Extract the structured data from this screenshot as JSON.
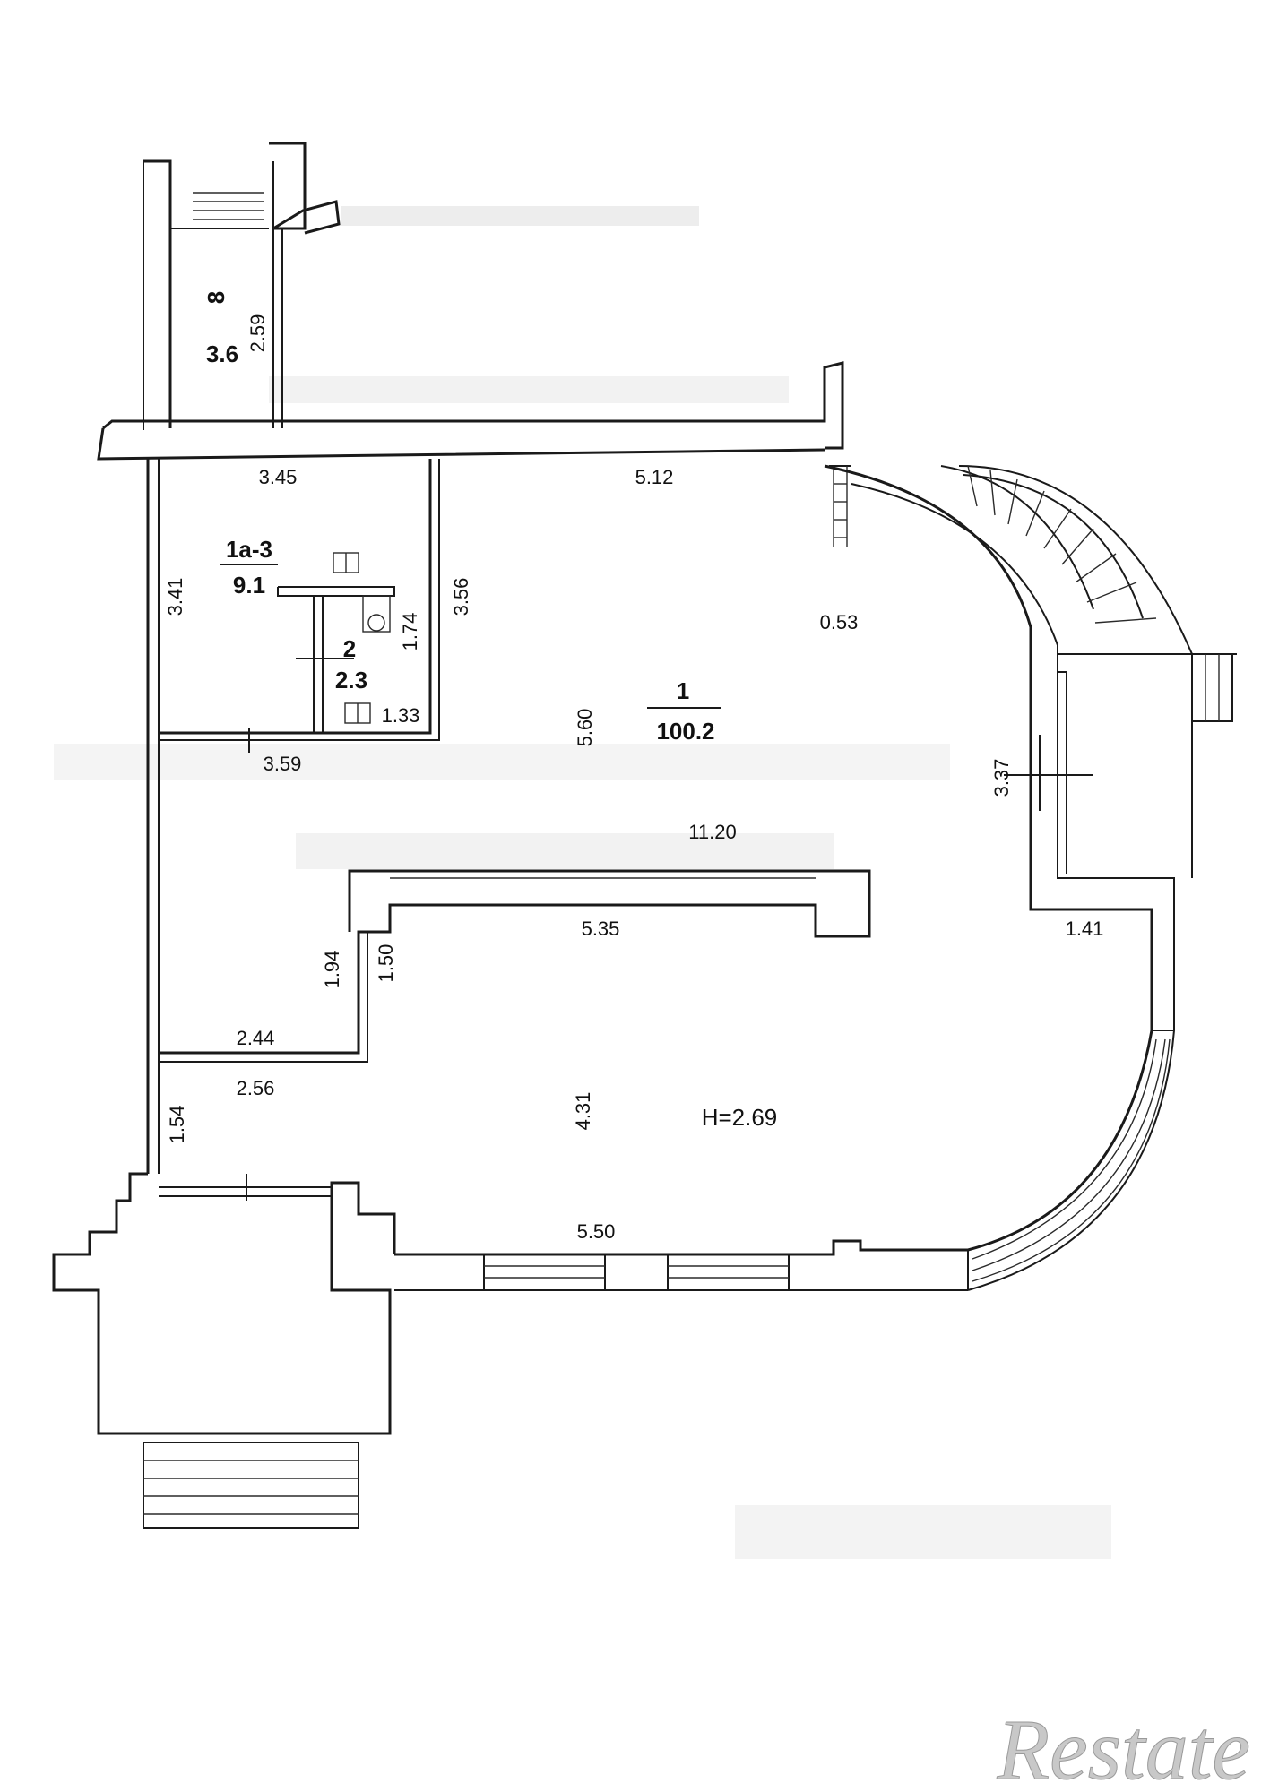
{
  "rooms": [
    {
      "number": "8",
      "area": "3.6"
    },
    {
      "number": "1а-3",
      "area": "9.1"
    },
    {
      "number": "2",
      "area": "2.3"
    },
    {
      "number": "1",
      "area": "100.2"
    }
  ],
  "dimensions": {
    "d_2_59": "2.59",
    "d_3_45": "3.45",
    "d_5_12": "5.12",
    "d_0_53": "0.53",
    "d_3_41": "3.41",
    "d_1_74": "1.74",
    "d_3_56": "3.56",
    "d_1_33": "1.33",
    "d_3_59": "3.59",
    "d_5_60": "5.60",
    "d_3_37": "3.37",
    "d_11_20": "11.20",
    "d_5_35": "5.35",
    "d_1_41": "1.41",
    "d_1_94": "1.94",
    "d_1_50": "1.50",
    "d_2_44": "2.44",
    "d_2_56": "2.56",
    "d_1_54": "1.54",
    "d_4_31": "4.31",
    "d_5_50": "5.50"
  },
  "ceiling_height": "H=2.69",
  "watermark": "Restate"
}
